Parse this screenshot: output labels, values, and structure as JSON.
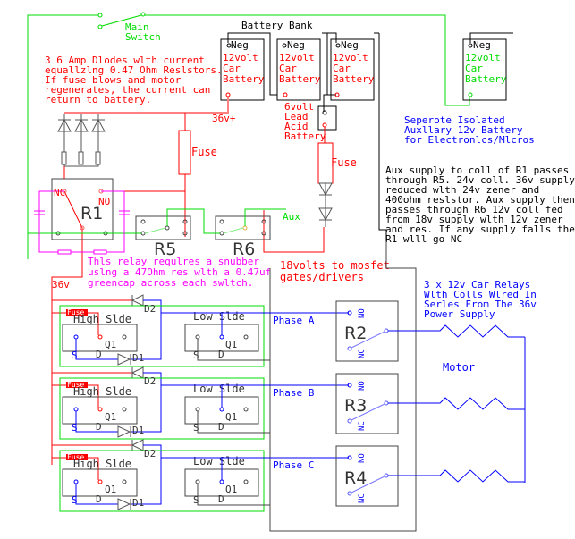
{
  "colors": {
    "power": "#ff0000",
    "aux": "#00dd00",
    "snubber": "#ff00ff",
    "signal": "#0000ff",
    "wire": "#000000",
    "note": "#000000"
  },
  "main_switch": {
    "label_1": "Main",
    "label_2": "Switch"
  },
  "battery_bank": {
    "title": "Battery Bank",
    "batteries": [
      {
        "neg": "Neg",
        "l1": "12volt",
        "l2": "Car",
        "l3": "Battery"
      },
      {
        "neg": "Neg",
        "l1": "12volt",
        "l2": "Car",
        "l3": "Battery"
      },
      {
        "neg": "Neg",
        "l1": "12volt",
        "l2": "Car",
        "l3": "Battery"
      }
    ],
    "lead_acid": {
      "l1": "6volt",
      "l2": "Lead",
      "l3": "Acid",
      "l4": "Battery"
    },
    "positive_label": "36v+"
  },
  "aux_battery": {
    "neg": "Neg",
    "l1": "12volt",
    "l2": "Car",
    "l3": "Battery",
    "note": [
      "Seperote Isolated",
      "Auxllary 12v Battery",
      "for Electronlcs/Mlcros"
    ]
  },
  "diode_note": [
    "3 6 Amp Dlodes wlth  current",
    "equallzlng 0.47 Ohm Reslstors.",
    "If fuse blows and motor",
    "regenerates, the current can",
    "return to battery."
  ],
  "fuse_labels": {
    "main": "Fuse",
    "aux": "Fuse"
  },
  "relays": {
    "r1": "R1",
    "nc": "NC",
    "no": "NO",
    "r5": "R5",
    "r6": "R6",
    "aux": "Aux"
  },
  "snubber_note": [
    "Thls relay requlres a snubber",
    "uslng a 47Ohm res wlth a 0.47uf",
    "greencap across each swltch."
  ],
  "aux_note": [
    "Aux supply to coll of R1 passes",
    "through R5. 24v coll. 36v supply",
    "reduced wlth 24v zener and",
    "400ohm reslstor. Aux supply then",
    "passes through R6 12v coll fed",
    "from 18v supply wlth 12v zener",
    "and res. If any supply falls then",
    "R1 wlll go NC"
  ],
  "gate_note": [
    "18volts to mosfet",
    "gates/drivers"
  ],
  "supply_36v": "36v",
  "relay_note": [
    "3 x 12v Car Relays",
    "Wlth Colls Wlred In",
    "Serles From The 36v",
    "Power Supply"
  ],
  "phases": [
    {
      "name": "Phase A",
      "relay": "R2"
    },
    {
      "name": "Phase B",
      "relay": "R3"
    },
    {
      "name": "Phase C",
      "relay": "R4"
    }
  ],
  "phase_module": {
    "fuse": "Fuse",
    "high": "High Slde",
    "low": "Low Slde",
    "q": "Q1",
    "s": "S",
    "d": "D",
    "d1": "D1",
    "d2": "D2",
    "no": "NO",
    "nc": "NC"
  },
  "motor": "Motor"
}
